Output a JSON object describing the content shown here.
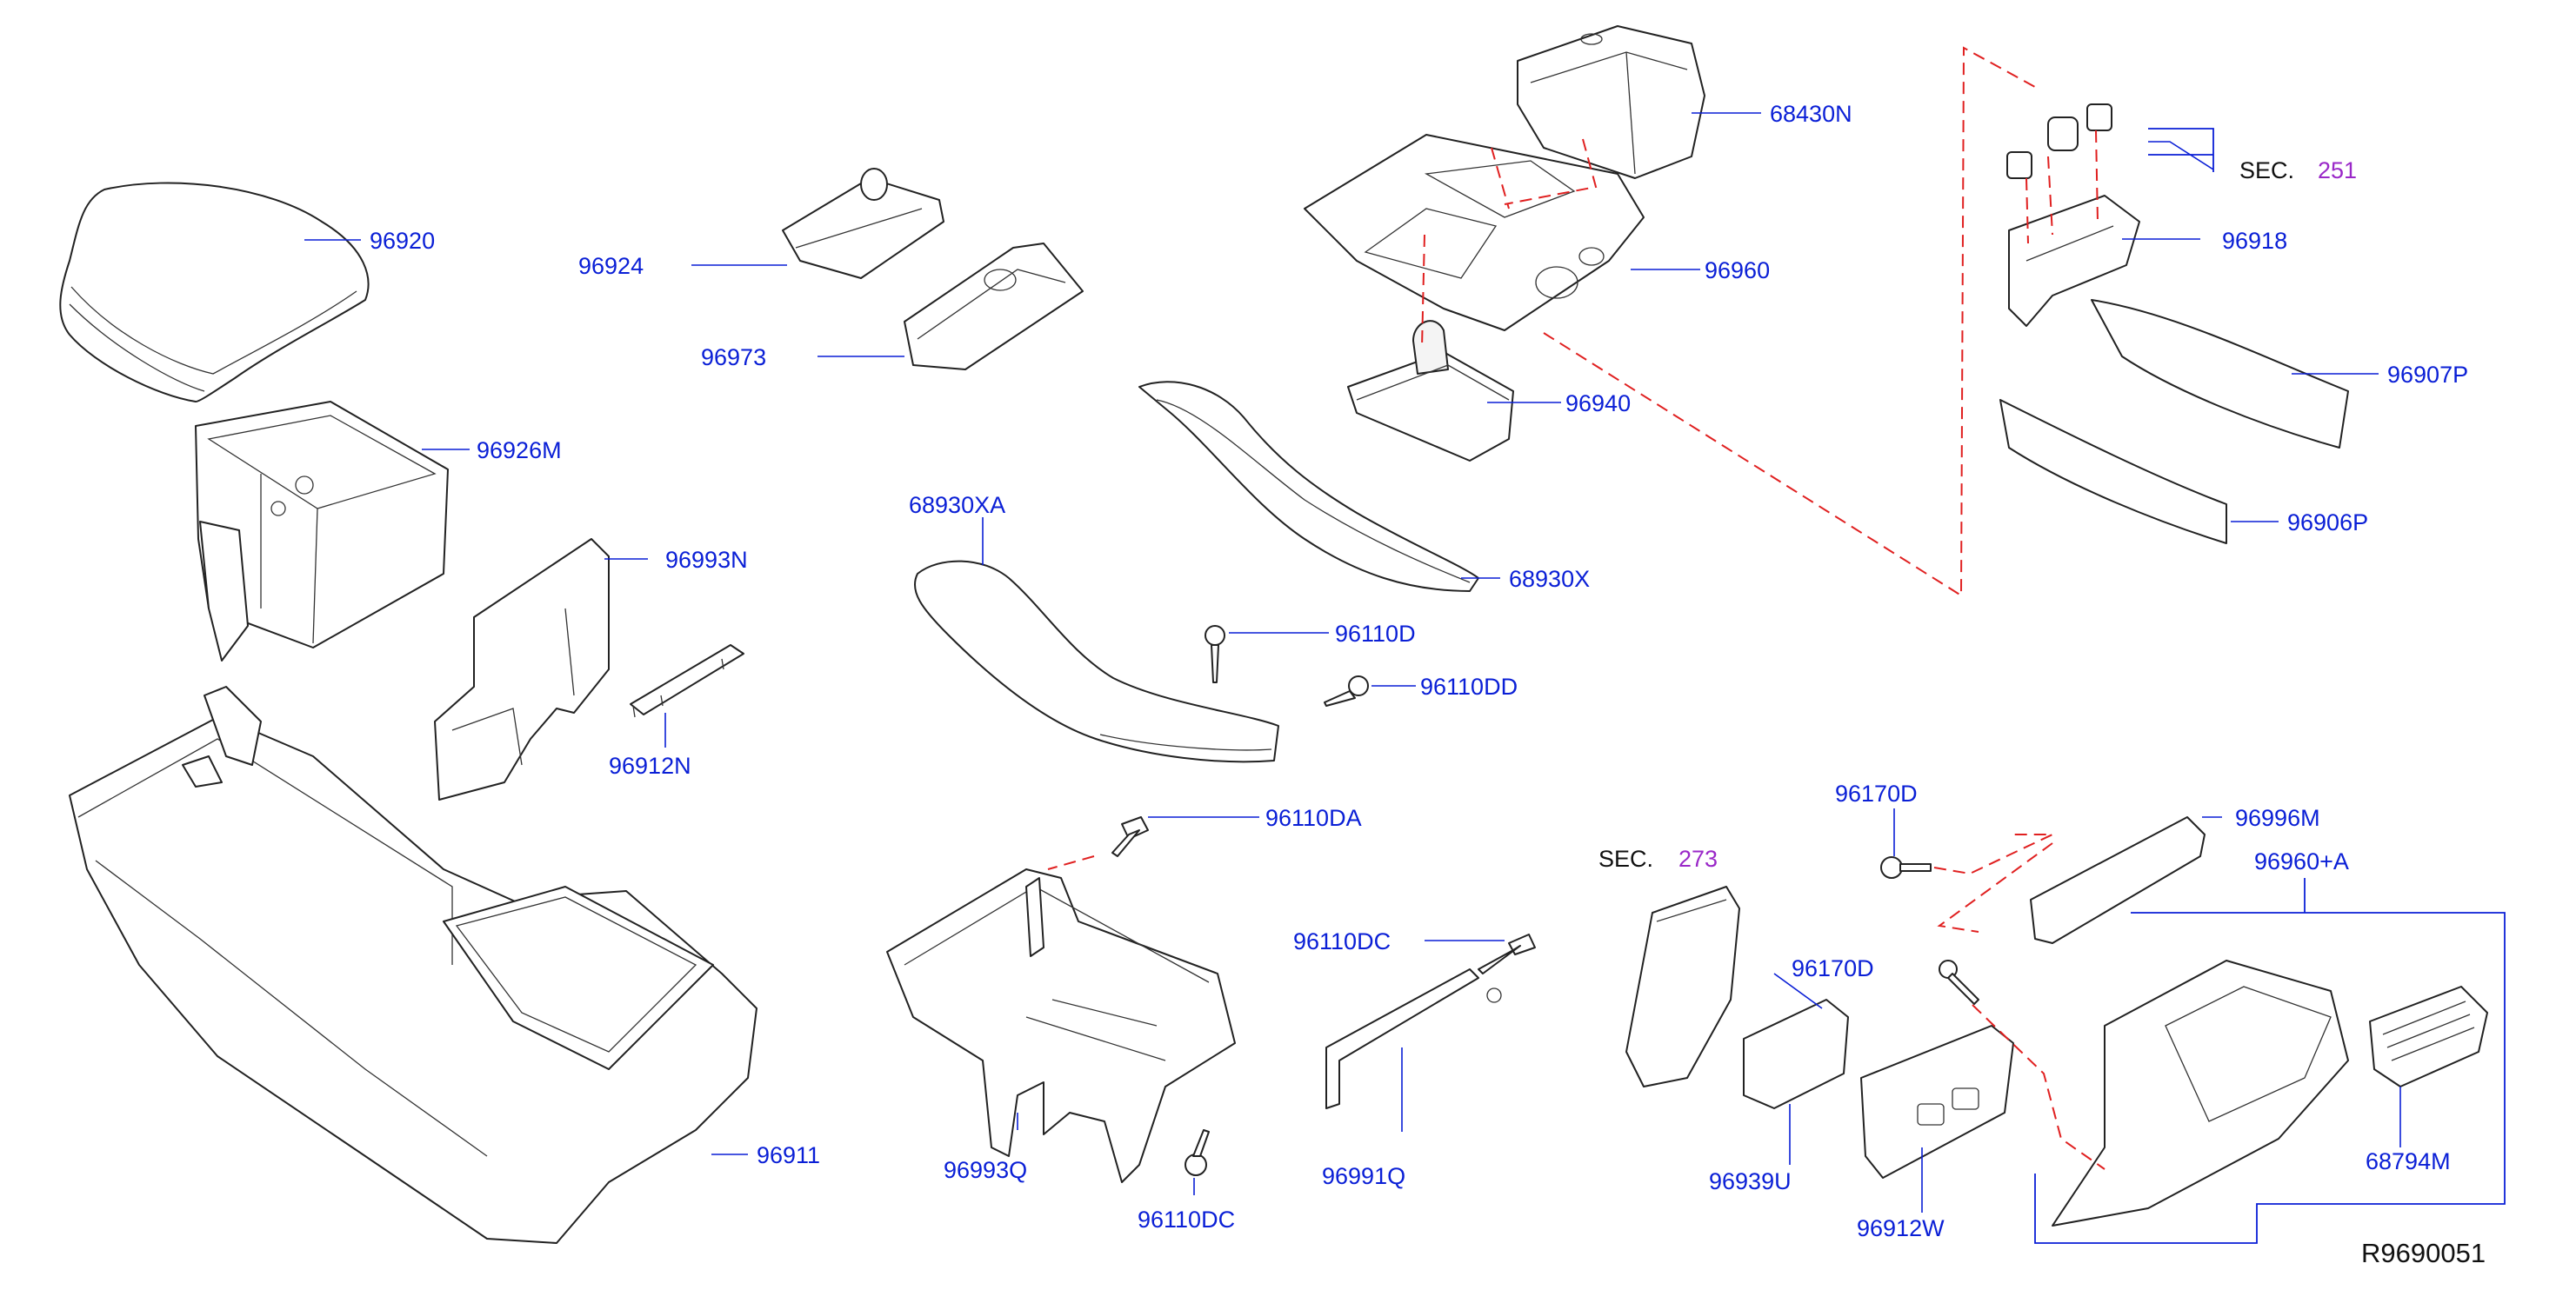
{
  "diagram_id": "R9690051",
  "labels": {
    "p96920": "96920",
    "p96924": "96924",
    "p96973": "96973",
    "p96926M": "96926M",
    "p96993N": "96993N",
    "p96912N": "96912N",
    "p96911": "96911",
    "p68430N": "68430N",
    "p96960": "96960",
    "p96940": "96940",
    "p68930XA": "68930XA",
    "p68930X": "68930X",
    "p96110D": "96110D",
    "p96110DD": "96110DD",
    "p96110DA": "96110DA",
    "p96993Q": "96993Q",
    "p96110DC_top": "96110DC",
    "p96110DC_bottom": "96110DC",
    "p96991Q": "96991Q",
    "p96918": "96918",
    "p96907P": "96907P",
    "p96906P": "96906P",
    "p96170D_top": "96170D",
    "p96170D_mid": "96170D",
    "p96996M": "96996M",
    "p96960A": "96960+A",
    "p96939U": "96939U",
    "p96912W": "96912W",
    "p68794M": "68794M"
  },
  "sections": {
    "sec251": {
      "prefix": "SEC.",
      "number": "251"
    },
    "sec273": {
      "prefix": "SEC.",
      "number": "273"
    }
  },
  "colors": {
    "label": "#0a1fd6",
    "section_number": "#9a28c8",
    "dashed_reference": "#e02020",
    "outline": "#222222"
  }
}
